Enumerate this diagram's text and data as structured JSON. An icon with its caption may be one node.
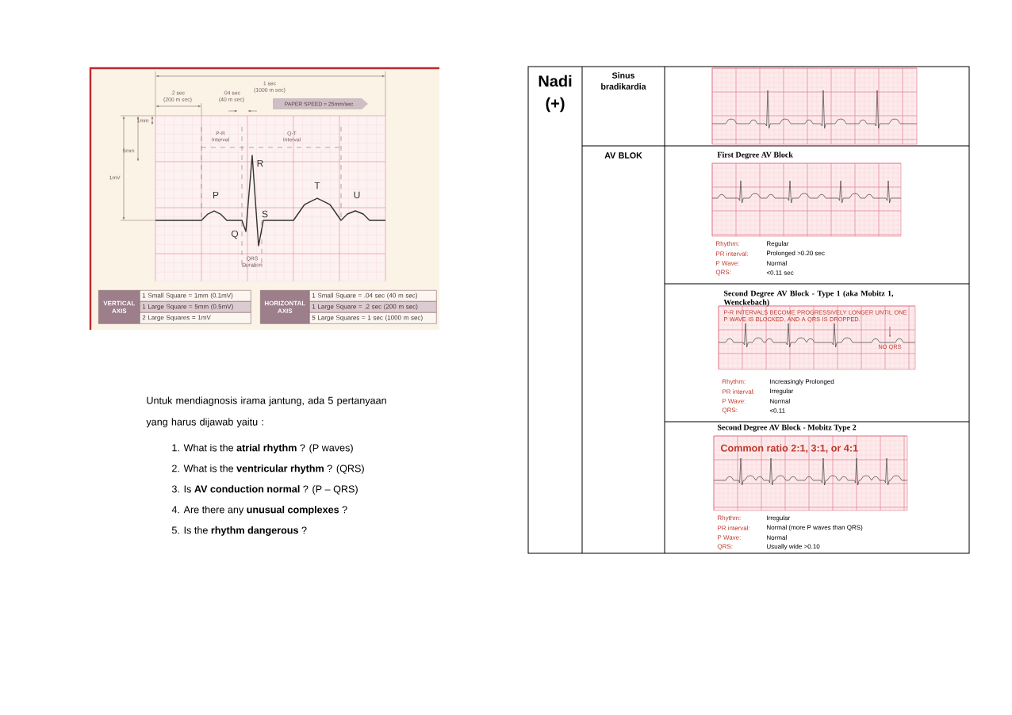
{
  "diagram": {
    "labels": [
      "1 sec",
      "(1000 m sec)",
      ".2 sec",
      ".04 sec",
      "(200 m sec)",
      "(40 m sec)",
      "PAPER SPEED = 25mm/sec",
      "1mm",
      "5mm",
      "P-R Interval",
      "Q-T Interval",
      "R",
      "1mV",
      "T",
      "P",
      "U",
      "S",
      "Q",
      "QRS Duration",
      "VERTICAL AXIS",
      "1 Small Square = 1mm (0.1mV)",
      "1 Large Square = 5mm (0.5mV)",
      "2 Large Squares = 1mV",
      "HORIZONTAL AXIS",
      "1 Small Square = .04 sec (40 m sec)",
      "1 Large Square = .2 sec (200 m sec)",
      "5 Large Squares = 1 sec (1000 m sec)",
      "Nadi (+)",
      "Sinus bradikardia",
      "AV BLOK",
      "First Degree AV Block",
      "Rhythm:",
      "Regular",
      "PR interval:",
      "Prolonged >0.20 sec",
      "P Wave:",
      "Normal",
      "QRS:",
      "<0.11 sec",
      "Second Degree AV Block - Type 1 (aka Mobitz 1, Wenckebach)",
      "P-R INTERVALS BECOME PROGRESSIVELY LONGER UNTIL ONE P WAVE IS BLOCKED, AND A QRS IS DROPPED.",
      "NO QRS",
      "Rhythm:",
      "Increasingly Prolonged",
      "PR interval:",
      "Irregular",
      "P Wave:",
      "Normal",
      "QRS:",
      "<0.11",
      "Second Degree AV Block - Mobitz Type 2",
      "Common ratio 2:1, 3:1, or 4:1",
      "Rhythm:",
      "Irregular",
      "PR interval:",
      "Normal (more P waves than QRS)",
      "P Wave:",
      "Normal",
      "QRS:",
      "Usually wide >0.10",
      "Untuk mendiagnosis irama jantung, ada 5 pertanyaan yang harus dijawab yaitu :",
      "1. What is the **atrial rhythm** ? (P waves)",
      "2. What is the **ventricular rhythm** ? (QRS)",
      "3. Is **AV conduction normal** ? (P – QRS)",
      "4. Are there any **unusual complexes** ?",
      "5. Is the **rhythm dangerous** ?"
    ]
  }
}
